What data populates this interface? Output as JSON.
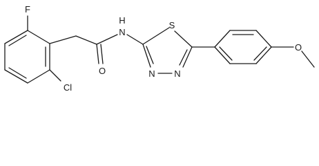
{
  "atoms": {
    "fluorine": "F",
    "chlorine": "Cl",
    "oxygen_carbonyl": "O",
    "nitrogen_amide": "N",
    "hydrogen_amide": "H",
    "sulfur": "S",
    "nitrogen_ring_1": "N",
    "nitrogen_ring_2": "N",
    "oxygen_methoxy": "O"
  },
  "colors": {
    "ink": "#1a1a1a",
    "background": "#ffffff"
  }
}
